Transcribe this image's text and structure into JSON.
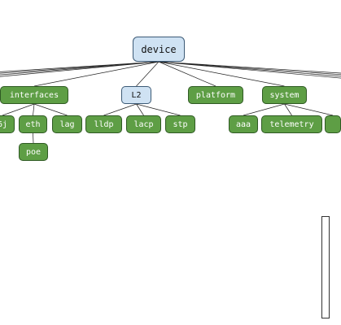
{
  "diagram": {
    "root": "device",
    "nodes": {
      "device": "device",
      "interfaces": "interfaces",
      "l2": "L2",
      "platform": "platform",
      "system": "system",
      "dot1x_partial": "6j",
      "eth": "eth",
      "lag": "lag",
      "lldp": "lldp",
      "lacp": "lacp",
      "stp": "stp",
      "aaa": "aaa",
      "telemetry": "telemetry",
      "poe": "poe"
    },
    "colors": {
      "leaf_fill": "#5e9e45",
      "leaf_border": "#2f5a23",
      "group_fill": "#cfe2f3",
      "group_border": "#3c5a76",
      "edge": "#222222"
    },
    "edges": [
      [
        "device",
        "interfaces"
      ],
      [
        "device",
        "l2"
      ],
      [
        "device",
        "platform"
      ],
      [
        "device",
        "system"
      ],
      [
        "interfaces",
        "dot1x_partial"
      ],
      [
        "interfaces",
        "eth"
      ],
      [
        "interfaces",
        "lag"
      ],
      [
        "eth",
        "poe"
      ],
      [
        "l2",
        "lldp"
      ],
      [
        "l2",
        "lacp"
      ],
      [
        "l2",
        "stp"
      ],
      [
        "system",
        "aaa"
      ],
      [
        "system",
        "telemetry"
      ],
      [
        "system",
        "offscreen_right_child"
      ]
    ]
  }
}
